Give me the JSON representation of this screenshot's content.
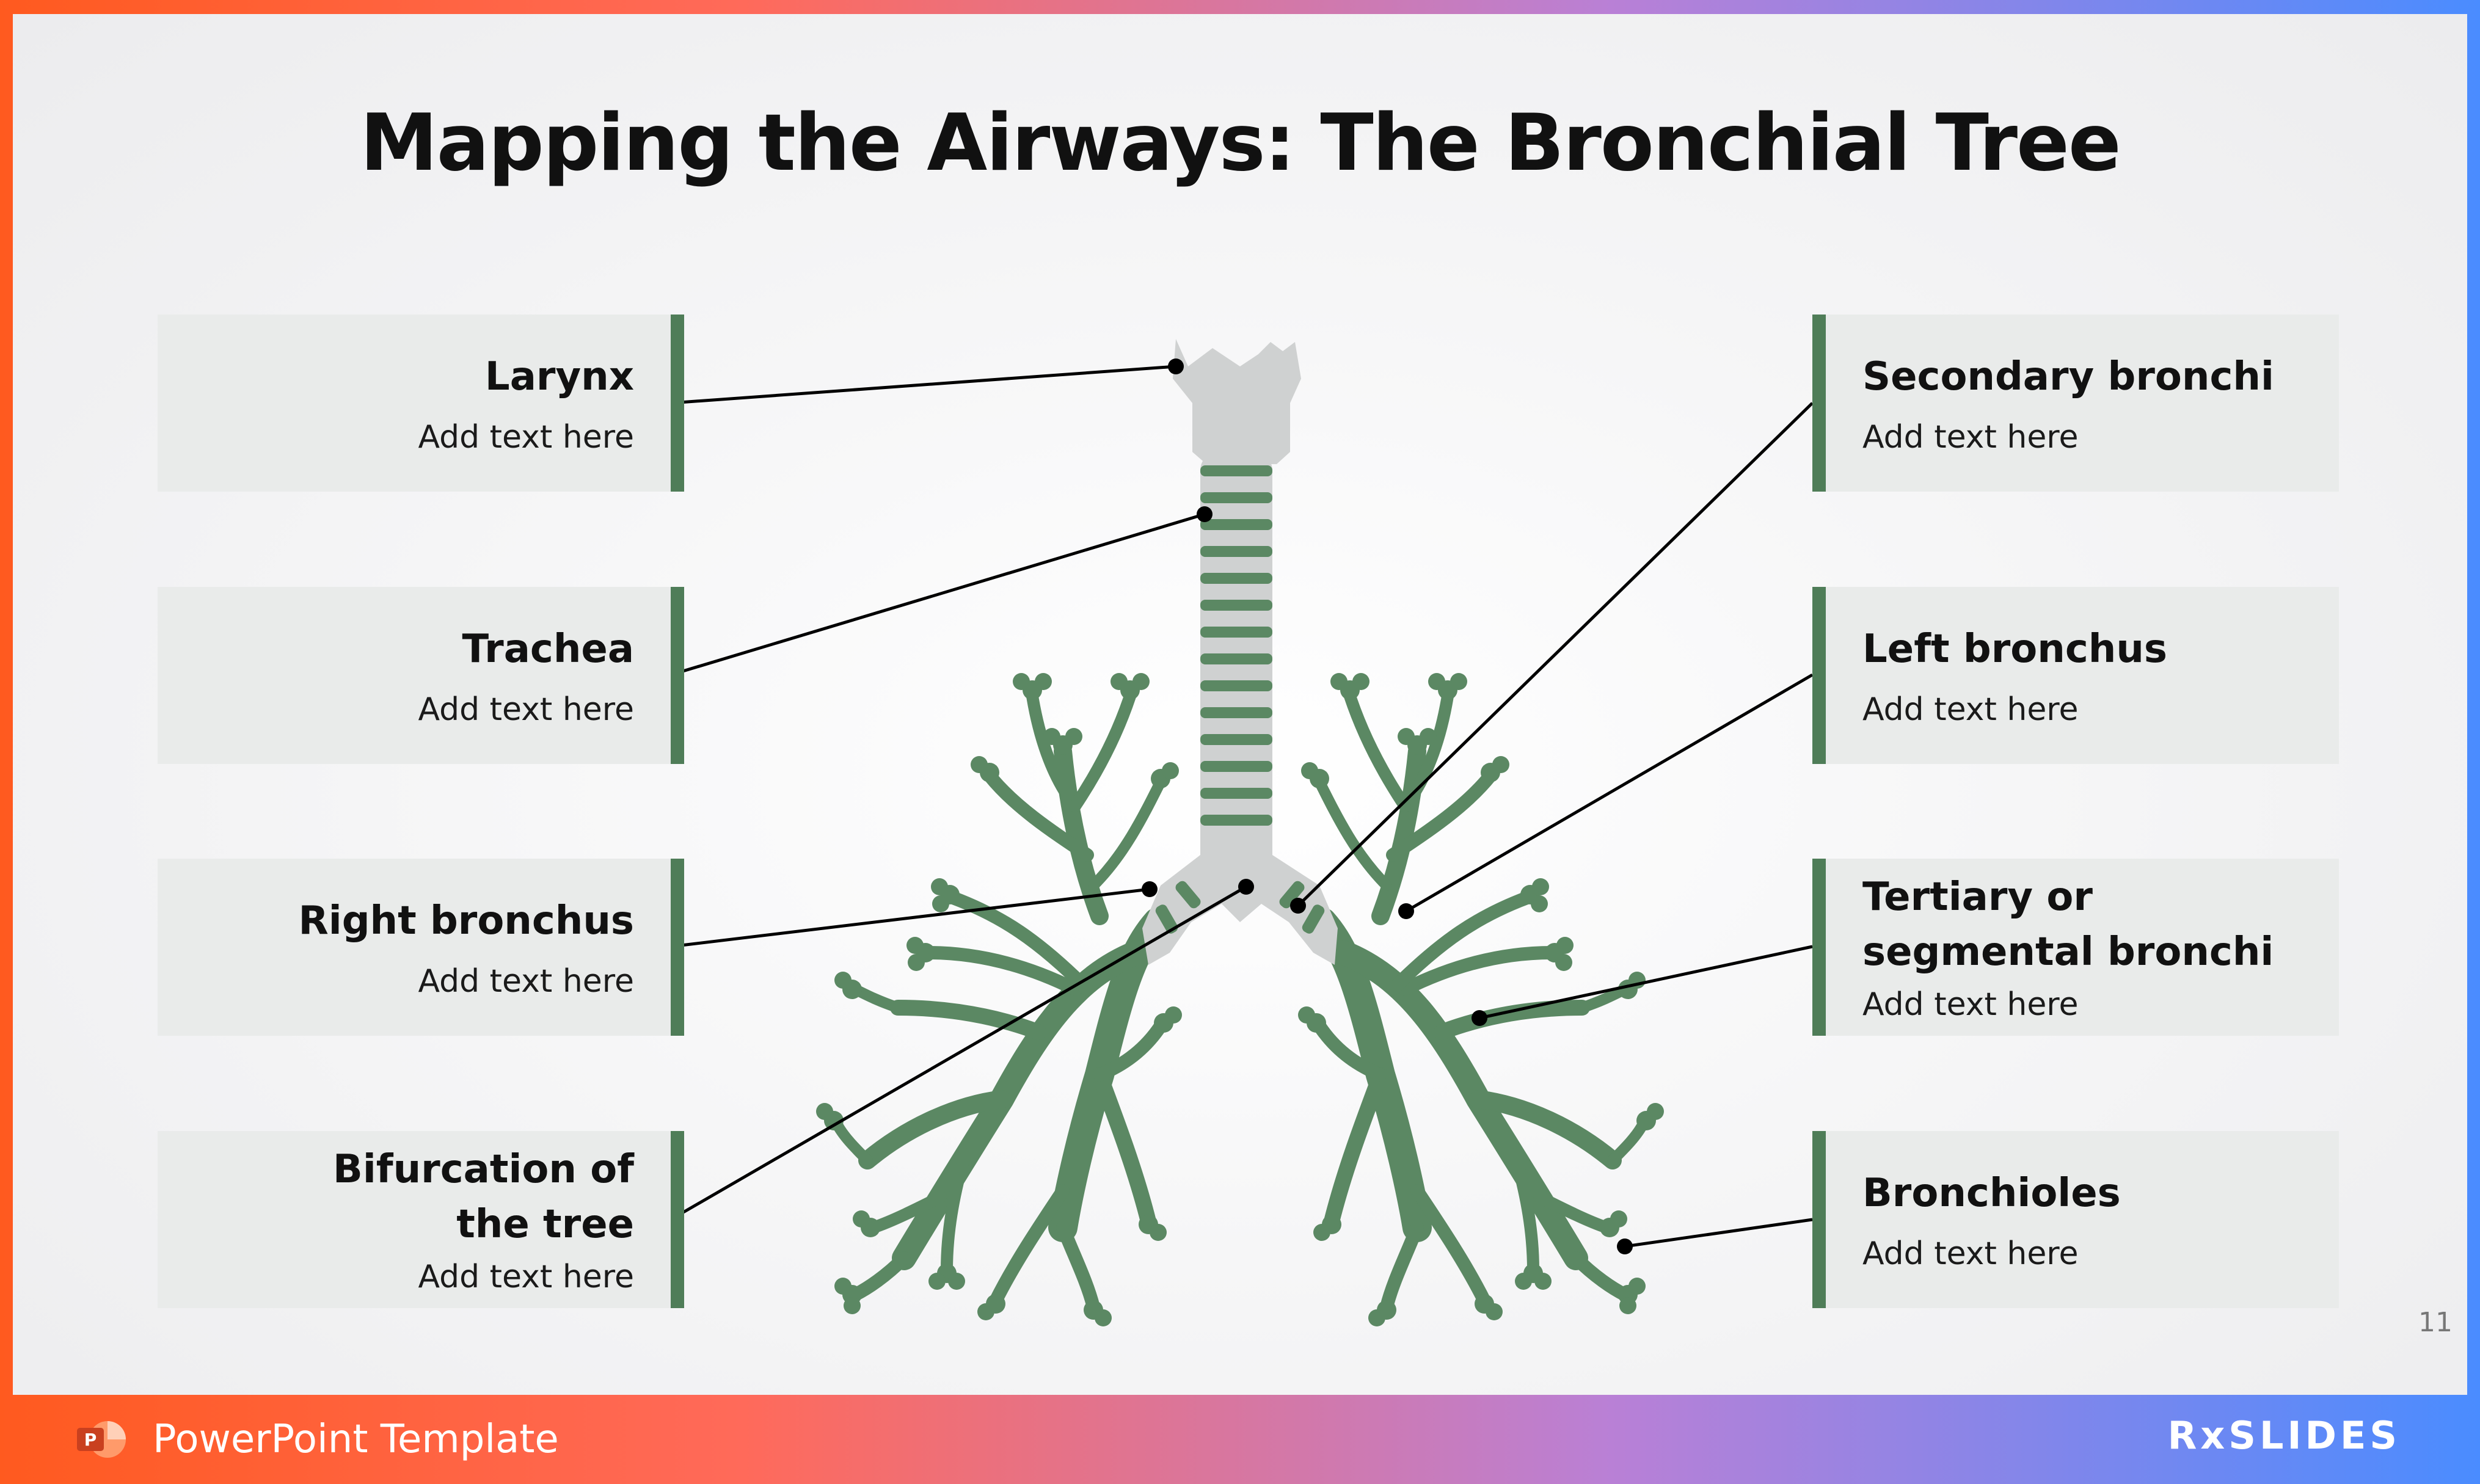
{
  "slide": {
    "title": "Mapping the Airways: The Bronchial Tree",
    "page_number": "11"
  },
  "cards_left": [
    {
      "heading": "Larynx",
      "text": "Add text here"
    },
    {
      "heading": "Trachea",
      "text": "Add text here"
    },
    {
      "heading": "Right bronchus",
      "text": "Add text here"
    },
    {
      "heading": "Bifurcation of the tree",
      "text": "Add text here"
    }
  ],
  "cards_right": [
    {
      "heading": "Secondary bronchi",
      "text": "Add text here"
    },
    {
      "heading": "Left bronchus",
      "text": "Add text here"
    },
    {
      "heading": "Tertiary or segmental bronchi",
      "text": "Add text here"
    },
    {
      "heading": "Bronchioles",
      "text": "Add text here"
    }
  ],
  "footer": {
    "label": "PowerPoint Template",
    "brand": "RxSLIDES"
  },
  "colors": {
    "accent_green": "#4f7d58",
    "tree_green": "#5b8863",
    "cartilage_gray": "#cfd1d1"
  }
}
